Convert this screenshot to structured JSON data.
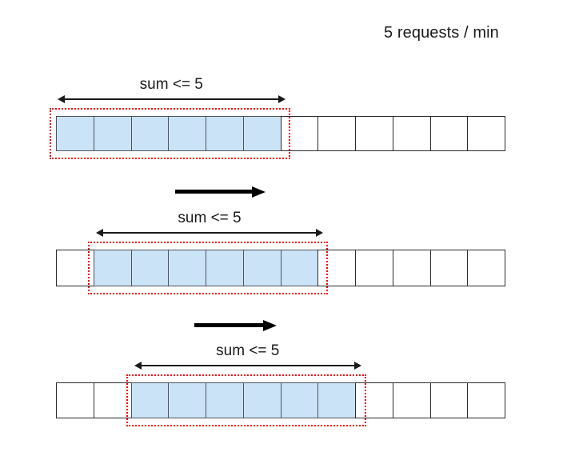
{
  "diagram": {
    "title": "5 requests / min",
    "type": "sliding-window-rate-limiter",
    "colors": {
      "window_fill": "#cbe3f7",
      "window_outline": "#ee0000",
      "cell_border": "#2b2b2b",
      "arrow": "#000000",
      "text": "#1a1a1a"
    },
    "cell_count": 12,
    "window_size": 6,
    "window_label": "sum <= 5",
    "rows": [
      {
        "id": "row-1",
        "window_label": "sum <= 5",
        "window_start_index": 0,
        "window_end_index": 6,
        "cells": [
          {
            "index": 0,
            "state": "in-window"
          },
          {
            "index": 1,
            "state": "in-window"
          },
          {
            "index": 2,
            "state": "in-window"
          },
          {
            "index": 3,
            "state": "in-window"
          },
          {
            "index": 4,
            "state": "in-window"
          },
          {
            "index": 5,
            "state": "in-window"
          },
          {
            "index": 6,
            "state": "empty"
          },
          {
            "index": 7,
            "state": "empty"
          },
          {
            "index": 8,
            "state": "empty"
          },
          {
            "index": 9,
            "state": "empty"
          },
          {
            "index": 10,
            "state": "empty"
          },
          {
            "index": 11,
            "state": "empty"
          }
        ]
      },
      {
        "id": "row-2",
        "window_label": "sum <= 5",
        "window_start_index": 1,
        "window_end_index": 7,
        "cells": [
          {
            "index": 0,
            "state": "empty"
          },
          {
            "index": 1,
            "state": "in-window"
          },
          {
            "index": 2,
            "state": "in-window"
          },
          {
            "index": 3,
            "state": "in-window"
          },
          {
            "index": 4,
            "state": "in-window"
          },
          {
            "index": 5,
            "state": "in-window"
          },
          {
            "index": 6,
            "state": "in-window"
          },
          {
            "index": 7,
            "state": "empty"
          },
          {
            "index": 8,
            "state": "empty"
          },
          {
            "index": 9,
            "state": "empty"
          },
          {
            "index": 10,
            "state": "empty"
          },
          {
            "index": 11,
            "state": "empty"
          }
        ]
      },
      {
        "id": "row-3",
        "window_label": "sum <= 5",
        "window_start_index": 2,
        "window_end_index": 8,
        "cells": [
          {
            "index": 0,
            "state": "empty"
          },
          {
            "index": 1,
            "state": "empty"
          },
          {
            "index": 2,
            "state": "in-window"
          },
          {
            "index": 3,
            "state": "in-window"
          },
          {
            "index": 4,
            "state": "in-window"
          },
          {
            "index": 5,
            "state": "in-window"
          },
          {
            "index": 6,
            "state": "in-window"
          },
          {
            "index": 7,
            "state": "in-window"
          },
          {
            "index": 8,
            "state": "empty"
          },
          {
            "index": 9,
            "state": "empty"
          },
          {
            "index": 10,
            "state": "empty"
          },
          {
            "index": 11,
            "state": "empty"
          }
        ]
      }
    ],
    "transitions": [
      {
        "id": "transition-1",
        "direction": "right",
        "after_row": "row-1"
      },
      {
        "id": "transition-2",
        "direction": "right",
        "after_row": "row-2"
      }
    ]
  }
}
